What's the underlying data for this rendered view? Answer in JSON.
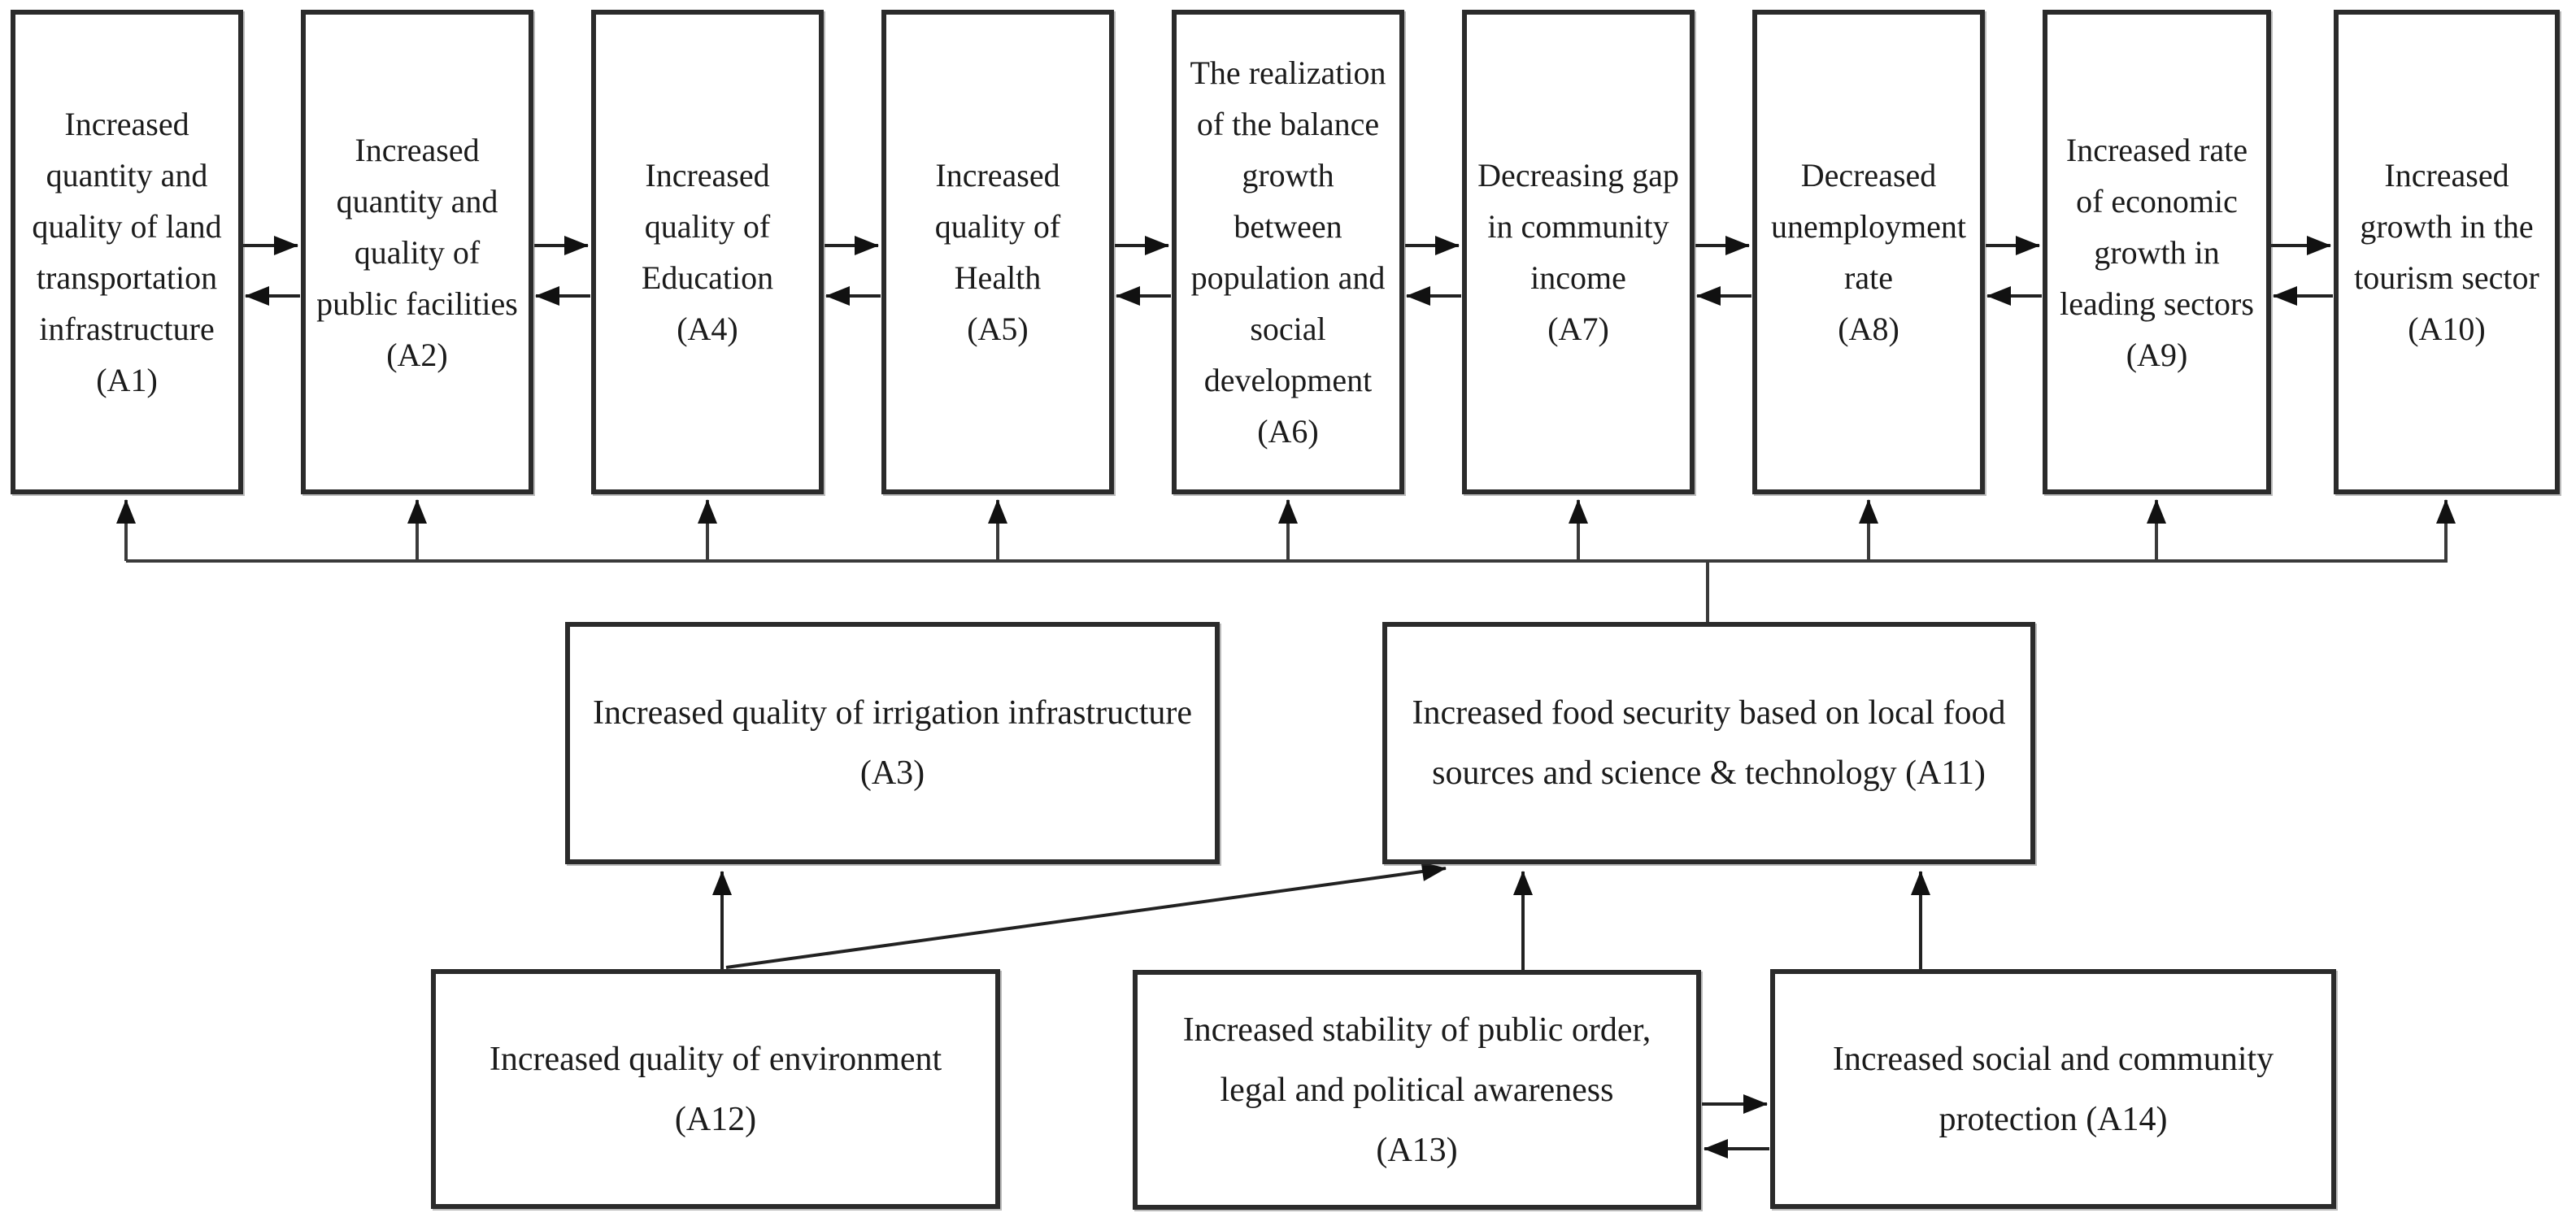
{
  "diagram": {
    "nodes": {
      "a1": {
        "id": "A1",
        "label": "Increased\nquantity and\nquality of land\ntransportation\ninfrastructure\n(A1)"
      },
      "a2": {
        "id": "A2",
        "label": "Increased\nquantity and\nquality of\npublic facilities\n(A2)"
      },
      "a3": {
        "id": "A3",
        "label": "Increased quality of irrigation infrastructure\n(A3)"
      },
      "a4": {
        "id": "A4",
        "label": "Increased\nquality of\nEducation\n(A4)"
      },
      "a5": {
        "id": "A5",
        "label": "Increased\nquality of\nHealth\n(A5)"
      },
      "a6": {
        "id": "A6",
        "label": "The realization\nof the balance\ngrowth\nbetween\npopulation and\nsocial\ndevelopment\n(A6)"
      },
      "a7": {
        "id": "A7",
        "label": "Decreasing gap\nin community\nincome\n(A7)"
      },
      "a8": {
        "id": "A8",
        "label": "Decreased\nunemployment\nrate\n(A8)"
      },
      "a9": {
        "id": "A9",
        "label": "Increased rate\nof economic\ngrowth in\nleading sectors\n(A9)"
      },
      "a10": {
        "id": "A10",
        "label": "Increased\ngrowth in the\ntourism sector\n(A10)"
      },
      "a11": {
        "id": "A11",
        "label": "Increased food security based on local food\nsources and science & technology (A11)"
      },
      "a12": {
        "id": "A12",
        "label": "Increased quality of environment\n(A12)"
      },
      "a13": {
        "id": "A13",
        "label": "Increased stability of public order,\nlegal and political awareness\n(A13)"
      },
      "a14": {
        "id": "A14",
        "label": "Increased social and community\nprotection (A14)"
      }
    },
    "edges": [
      {
        "from": "A1",
        "to": "A2",
        "type": "bidirectional"
      },
      {
        "from": "A2",
        "to": "A4",
        "type": "bidirectional"
      },
      {
        "from": "A4",
        "to": "A5",
        "type": "bidirectional"
      },
      {
        "from": "A5",
        "to": "A6",
        "type": "bidirectional"
      },
      {
        "from": "A6",
        "to": "A7",
        "type": "bidirectional"
      },
      {
        "from": "A7",
        "to": "A8",
        "type": "bidirectional"
      },
      {
        "from": "A8",
        "to": "A9",
        "type": "bidirectional"
      },
      {
        "from": "A9",
        "to": "A10",
        "type": "bidirectional"
      },
      {
        "from": "A11",
        "to": "A1",
        "type": "arrow-via-bus"
      },
      {
        "from": "A11",
        "to": "A2",
        "type": "arrow-via-bus"
      },
      {
        "from": "A11",
        "to": "A4",
        "type": "arrow-via-bus"
      },
      {
        "from": "A11",
        "to": "A5",
        "type": "arrow-via-bus"
      },
      {
        "from": "A11",
        "to": "A6",
        "type": "arrow-via-bus"
      },
      {
        "from": "A11",
        "to": "A7",
        "type": "arrow-via-bus"
      },
      {
        "from": "A11",
        "to": "A8",
        "type": "arrow-via-bus"
      },
      {
        "from": "A11",
        "to": "A9",
        "type": "arrow-via-bus"
      },
      {
        "from": "A11",
        "to": "A10",
        "type": "arrow-via-bus"
      },
      {
        "from": "A12",
        "to": "A3",
        "type": "arrow"
      },
      {
        "from": "A12",
        "to": "A11",
        "type": "arrow-diagonal"
      },
      {
        "from": "A13",
        "to": "A11",
        "type": "arrow"
      },
      {
        "from": "A14",
        "to": "A11",
        "type": "arrow"
      },
      {
        "from": "A13",
        "to": "A14",
        "type": "bidirectional"
      }
    ]
  }
}
